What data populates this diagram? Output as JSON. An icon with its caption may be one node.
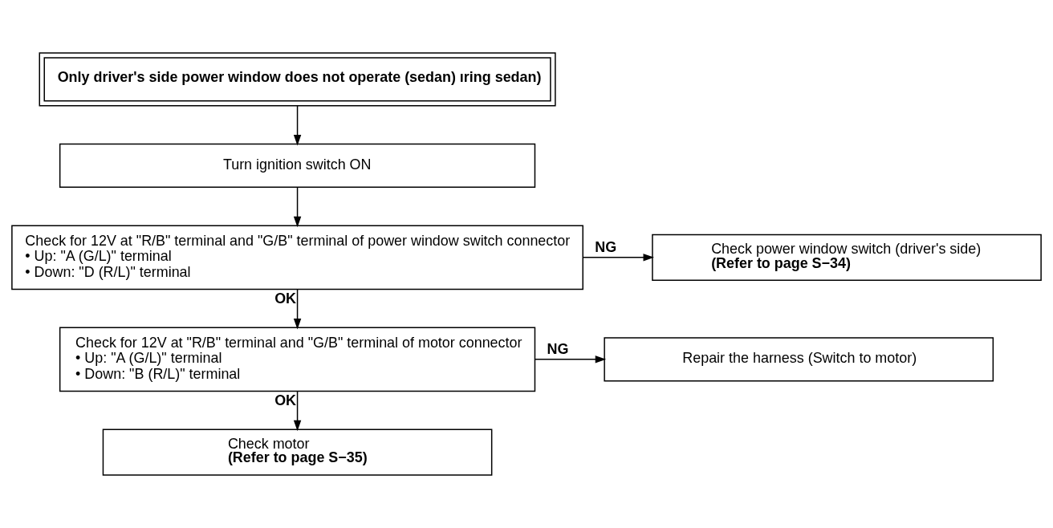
{
  "diagram": {
    "nodes": [
      {
        "text": [
          "Only driver's side power window does not operate (sedan) ıring sedan)"
        ]
      },
      {
        "text": [
          "Turn ignition switch ON"
        ]
      },
      {
        "text": [
          "Check for 12V at \"R/B\" terminal and \"G/B\" terminal of power window switch connector",
          "• Up: \"A (G/L)\" terminal",
          "• Down: \"D (R/L)\" terminal"
        ]
      },
      {
        "text": [
          "Check power window switch (driver's side)",
          "(Refer to page S−34)"
        ]
      },
      {
        "text": [
          "Check for 12V at \"R/B\" terminal and \"G/B\" terminal of motor connector",
          "• Up: \"A (G/L)\" terminal",
          "• Down: \"B (R/L)\" terminal"
        ]
      },
      {
        "text": [
          "Repair the harness (Switch to motor)"
        ]
      },
      {
        "text": [
          "Check motor",
          "(Refer to page S−35)"
        ]
      }
    ],
    "edges": [
      {
        "from": 0,
        "to": 1,
        "arrow": "to"
      },
      {
        "from": 1,
        "to": 2,
        "arrow": "to"
      },
      {
        "from": 2,
        "to": 3,
        "arrow": "to",
        "label": "NG"
      },
      {
        "from": 2,
        "to": 4,
        "arrow": "to",
        "label": "OK"
      },
      {
        "from": 4,
        "to": 5,
        "arrow": "to",
        "label": "NG"
      },
      {
        "from": 4,
        "to": 6,
        "arrow": "to",
        "label": "OK"
      }
    ]
  }
}
